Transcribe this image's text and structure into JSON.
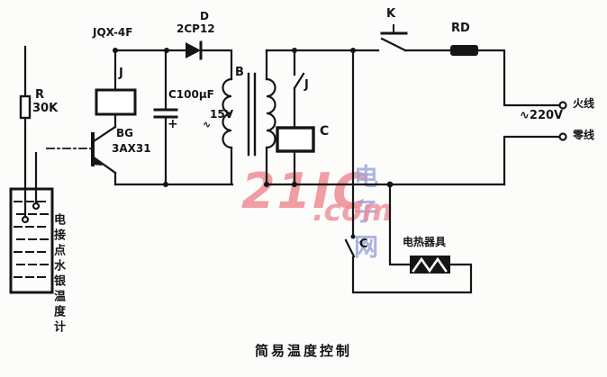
{
  "caption": "简易温度控制",
  "watermark": {
    "brand": "21IC",
    "domain": ".com",
    "site_cn": "电子网"
  },
  "colors": {
    "line": "#151515",
    "background": "#fcfcfa",
    "watermark_pink": "#ee8d96",
    "watermark_blue": "#98a2da"
  },
  "labels": {
    "relay_model": "JQX-4F",
    "diode_ref": "D",
    "diode_model": "2CP12",
    "relay_coil": "J",
    "capacitor": "C100μF",
    "capacitor_polarity": "+",
    "transformer": "B",
    "secondary_voltage": "15V",
    "secondary_ac": "∿",
    "transistor_ref": "BG",
    "transistor_model": "3AX31",
    "resistor_ref": "R",
    "resistor_value": "30K",
    "thermometer": "电接点水银温度计",
    "switch_main": "K",
    "fuse": "RD",
    "live": "火线",
    "mains_voltage": "∿220V",
    "neutral": "零线",
    "relay_contact": "J",
    "contactor_coil": "C",
    "contactor_contact": "C",
    "heater": "电热器具"
  }
}
